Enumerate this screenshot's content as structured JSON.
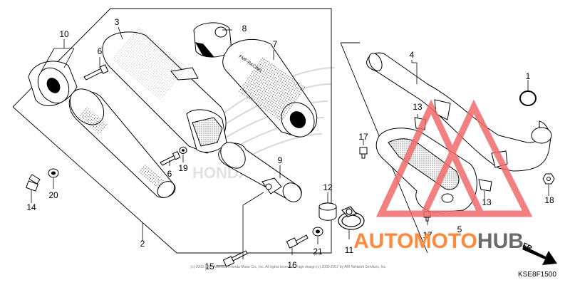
{
  "callouts": [
    {
      "id": "1",
      "label": "1"
    },
    {
      "id": "2",
      "label": "2"
    },
    {
      "id": "3",
      "label": "3"
    },
    {
      "id": "4",
      "label": "4"
    },
    {
      "id": "5",
      "label": "5"
    },
    {
      "id": "6a",
      "label": "6"
    },
    {
      "id": "6b",
      "label": "6"
    },
    {
      "id": "7",
      "label": "7"
    },
    {
      "id": "8",
      "label": "8"
    },
    {
      "id": "9",
      "label": "9"
    },
    {
      "id": "10",
      "label": "10"
    },
    {
      "id": "11",
      "label": "11"
    },
    {
      "id": "12",
      "label": "12"
    },
    {
      "id": "13a",
      "label": "13"
    },
    {
      "id": "13b",
      "label": "13"
    },
    {
      "id": "14",
      "label": "14"
    },
    {
      "id": "15",
      "label": "15"
    },
    {
      "id": "16",
      "label": "16"
    },
    {
      "id": "17a",
      "label": "17"
    },
    {
      "id": "17b",
      "label": "17"
    },
    {
      "id": "18",
      "label": "18"
    },
    {
      "id": "19",
      "label": "19"
    },
    {
      "id": "20",
      "label": "20"
    },
    {
      "id": "21",
      "label": "21"
    }
  ],
  "watermark": {
    "part1": "AUTOMOTO",
    "part2": "HUB",
    "color_accent": "#ff8a3d",
    "color_dark": "#6a6a6a",
    "triangle_color": "#f26b6b"
  },
  "direction_label": "FR.",
  "diagram_code": "KSE8F1500",
  "copyright": "(c) 2003-2017 American Honda Motor Co., Inc. All rights reserved. Page design (c) 2000-2017 by ARI Network Services, Inc.",
  "brand_bg_text": "HONDA"
}
